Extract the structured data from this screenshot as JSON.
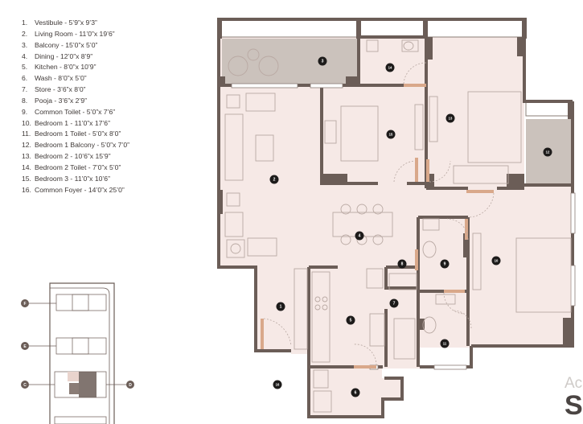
{
  "rooms": [
    {
      "num": "1.",
      "label": "Vestibule - 5’9”x 9’3”"
    },
    {
      "num": "2.",
      "label": "Living Room - 11’0”x 19’6”"
    },
    {
      "num": "3.",
      "label": "Balcony - 15’0”x 5’0”"
    },
    {
      "num": "4.",
      "label": "Dining - 12’0”x 8’9”"
    },
    {
      "num": "5.",
      "label": "Kitchen - 8’0”x 10’9”"
    },
    {
      "num": "6.",
      "label": "Wash - 8’0”x 5’0”"
    },
    {
      "num": "7.",
      "label": "Store - 3’6”x 8’0”"
    },
    {
      "num": "8.",
      "label": "Pooja - 3’6”x 2’9”"
    },
    {
      "num": "9.",
      "label": "Common Toilet - 5’0”x 7’6”"
    },
    {
      "num": "10.",
      "label": "Bedroom 1 - 11’0”x 17’6”"
    },
    {
      "num": "11.",
      "label": "Bedroom 1 Toilet - 5’0”x 8’0”"
    },
    {
      "num": "12.",
      "label": "Bedroom 1 Balcony - 5’0”x 7’0”"
    },
    {
      "num": "13.",
      "label": "Bedroom 2 - 10’6”x 15’9”"
    },
    {
      "num": "14.",
      "label": "Bedroom 2 Toilet - 7’0”x 5’0”"
    },
    {
      "num": "15.",
      "label": "Bedroom 3 - 11’0”x 10’6”"
    },
    {
      "num": "16.",
      "label": "Common Foyer - 14’0”x 25’0”"
    }
  ],
  "markers": [
    "1",
    "2",
    "3",
    "4",
    "5",
    "6",
    "7",
    "8",
    "9",
    "10",
    "11",
    "12",
    "13",
    "14",
    "15",
    "16"
  ],
  "key_plan": {
    "labels": [
      "F",
      "E",
      "C",
      "D"
    ]
  },
  "corner": {
    "small": "Ac",
    "big": "S"
  },
  "colors": {
    "wall": "#6b5d57",
    "floor": "#f6e9e6",
    "balcony": "#c9c0ba",
    "door": "#d9a88a",
    "line": "#b9a9a3",
    "marker": "#1d1b1a"
  }
}
